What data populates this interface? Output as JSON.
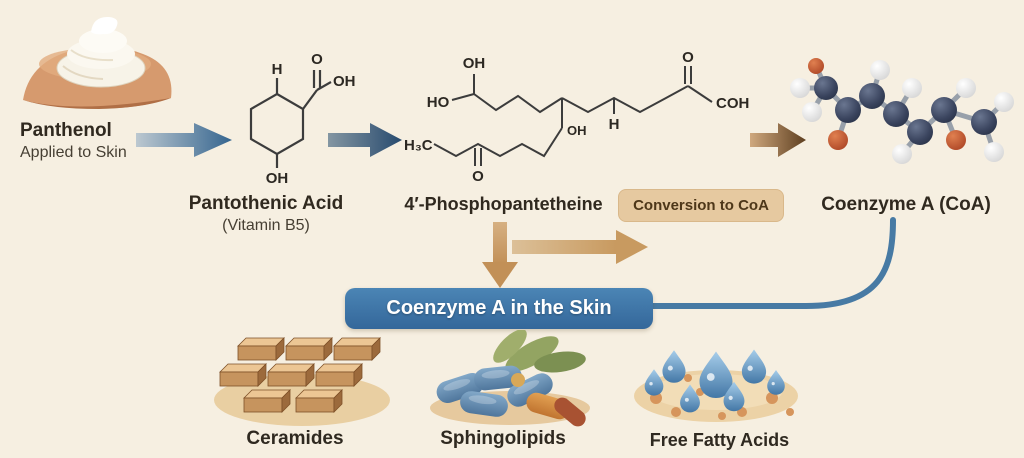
{
  "diagram": {
    "background": "#f6efe1",
    "steps": [
      {
        "id": "panthenol",
        "title": "Panthenol",
        "subtitle": "Applied to Skin"
      },
      {
        "id": "pantothenic-acid",
        "title": "Pantothenic Acid",
        "subtitle": "(Vitamin B5)"
      },
      {
        "id": "phosphopantetheine",
        "title": "4′-Phosphopantetheine"
      },
      {
        "id": "coenzyme-a",
        "title": "Coenzyme A (CoA)"
      }
    ],
    "badge": {
      "label": "Conversion to CoA",
      "bg": "#e6c9a0",
      "text_color": "#4e3719"
    },
    "banner": {
      "label": "Coenzyme A in the Skin",
      "bg": "#3e76a8",
      "text_color": "#ffffff"
    },
    "outputs": [
      {
        "label": "Ceramides"
      },
      {
        "label": "Sphingolipids"
      },
      {
        "label": "Free Fatty Acids"
      }
    ],
    "atoms": {
      "pantothenic": {
        "h": "H",
        "o": "O",
        "oh_chain": "OH",
        "oh_ring": "OH"
      },
      "phospho": {
        "oh_top": "OH",
        "ho": "HO",
        "oh_branch": "OH",
        "h3c": "H₃C",
        "o_lower": "O",
        "h": "H",
        "o_upper": "O",
        "coh": "COH"
      }
    },
    "colors": {
      "arrow_blue_start": "#bcc8d0",
      "arrow_blue_end": "#2f5d8c",
      "arrow_tan": "#c89a60",
      "arrow_brown_end": "#5e3f20",
      "banner_blue": "#3e76a8",
      "text_dark": "#30291f"
    }
  }
}
